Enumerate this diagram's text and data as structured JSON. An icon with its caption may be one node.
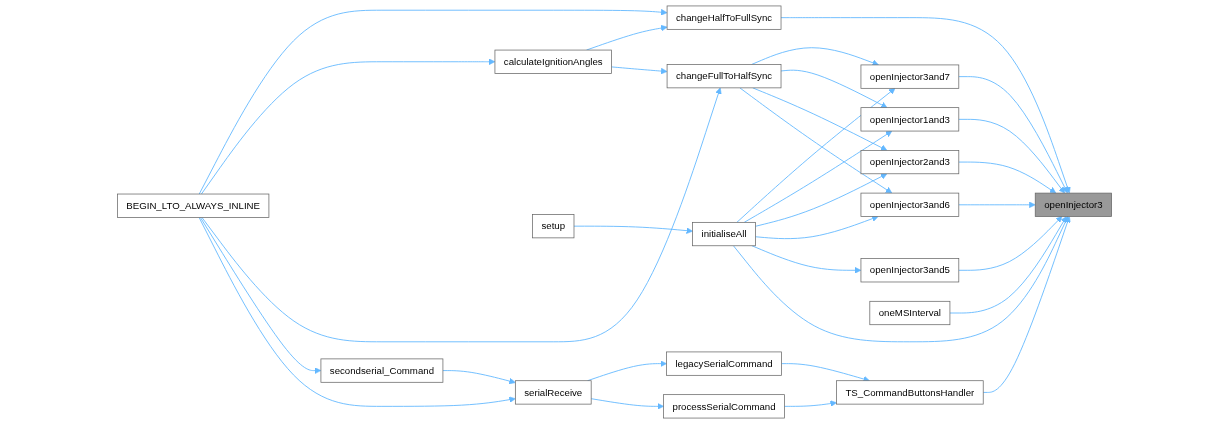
{
  "diagram": {
    "nodes": [
      {
        "text": [
          "BEGIN_LTO_ALWAYS_INLINE"
        ]
      },
      {
        "text": [
          "calculateIgnitionAngles"
        ]
      },
      {
        "text": [
          "secondserial_Command"
        ]
      },
      {
        "text": [
          "serialReceive"
        ]
      },
      {
        "text": [
          "changeHalfToFullSync"
        ]
      },
      {
        "text": [
          "changeFullToHalfSync"
        ]
      },
      {
        "text": [
          "setup"
        ]
      },
      {
        "text": [
          "initialiseAll"
        ]
      },
      {
        "text": [
          "legacySerialCommand"
        ]
      },
      {
        "text": [
          "processSerialCommand"
        ]
      },
      {
        "text": [
          "openInjector3and7"
        ]
      },
      {
        "text": [
          "openInjector1and3"
        ]
      },
      {
        "text": [
          "openInjector2and3"
        ]
      },
      {
        "text": [
          "openInjector3and6"
        ]
      },
      {
        "text": [
          "openInjector3and5"
        ]
      },
      {
        "text": [
          "TS_CommandButtonsHandler"
        ]
      },
      {
        "text": [
          "oneMSInterval"
        ]
      },
      {
        "text": [
          "openInjector3"
        ]
      }
    ],
    "edges": [
      {
        "from": 0,
        "to": 4,
        "arrow": "to"
      },
      {
        "from": 0,
        "to": 1,
        "arrow": "to"
      },
      {
        "from": 0,
        "to": 5,
        "arrow": "to"
      },
      {
        "from": 0,
        "to": 2,
        "arrow": "to"
      },
      {
        "from": 0,
        "to": 3,
        "arrow": "to"
      },
      {
        "from": 1,
        "to": 4,
        "arrow": "to"
      },
      {
        "from": 1,
        "to": 5,
        "arrow": "to"
      },
      {
        "from": 2,
        "to": 3,
        "arrow": "to"
      },
      {
        "from": 3,
        "to": 8,
        "arrow": "to"
      },
      {
        "from": 3,
        "to": 9,
        "arrow": "to"
      },
      {
        "from": 6,
        "to": 7,
        "arrow": "to"
      },
      {
        "from": 4,
        "to": 17,
        "arrow": "to"
      },
      {
        "from": 5,
        "to": 10,
        "arrow": "to"
      },
      {
        "from": 5,
        "to": 11,
        "arrow": "to"
      },
      {
        "from": 5,
        "to": 12,
        "arrow": "to"
      },
      {
        "from": 5,
        "to": 13,
        "arrow": "to"
      },
      {
        "from": 7,
        "to": 10,
        "arrow": "to"
      },
      {
        "from": 7,
        "to": 11,
        "arrow": "to"
      },
      {
        "from": 7,
        "to": 12,
        "arrow": "to"
      },
      {
        "from": 7,
        "to": 13,
        "arrow": "to"
      },
      {
        "from": 7,
        "to": 14,
        "arrow": "to"
      },
      {
        "from": 7,
        "to": 17,
        "arrow": "to"
      },
      {
        "from": 8,
        "to": 15,
        "arrow": "to"
      },
      {
        "from": 9,
        "to": 15,
        "arrow": "to"
      },
      {
        "from": 10,
        "to": 17,
        "arrow": "to"
      },
      {
        "from": 11,
        "to": 17,
        "arrow": "to"
      },
      {
        "from": 12,
        "to": 17,
        "arrow": "to"
      },
      {
        "from": 13,
        "to": 17,
        "arrow": "to"
      },
      {
        "from": 14,
        "to": 17,
        "arrow": "to"
      },
      {
        "from": 15,
        "to": 17,
        "arrow": "to"
      },
      {
        "from": 16,
        "to": 17,
        "arrow": "to"
      }
    ]
  }
}
